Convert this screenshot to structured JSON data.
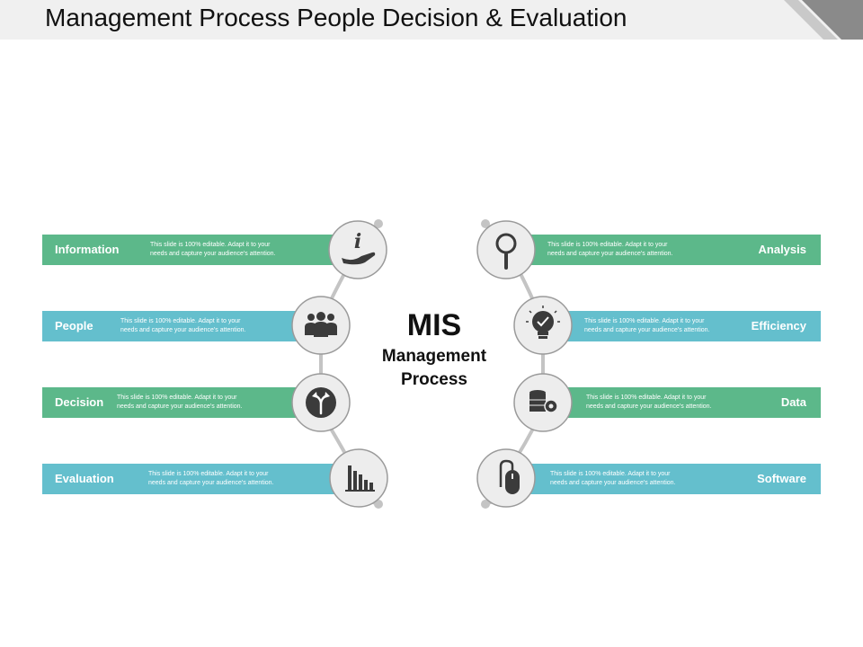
{
  "title": "Management Process People Decision & Evaluation",
  "colors": {
    "green": "#5cb88a",
    "blue": "#64bfcd",
    "icon_bg": "#ededed",
    "icon_dark": "#3b3b3b",
    "connector": "#c4c4c4"
  },
  "center": {
    "heading": "MIS",
    "line1": "Management",
    "line2": "Process"
  },
  "left_items": [
    {
      "label": "Information",
      "desc": "This slide is 100%  editable.  Adapt  it to your\nneeds  and  capture  your audience's  attention.",
      "icon": "info-hand-icon"
    },
    {
      "label": "People",
      "desc": "This slide is 100%  editable.  Adapt  it to your\nneeds  and  capture  your audience's  attention.",
      "icon": "people-group-icon"
    },
    {
      "label": "Decision",
      "desc": "This slide is 100%  editable.  Adapt  it to your\nneeds  and  capture  your audience's  attention.",
      "icon": "split-arrows-icon"
    },
    {
      "label": "Evaluation",
      "desc": "This slide is 100%  editable.  Adapt  it to your\nneeds  and  capture  your audience's  attention.",
      "icon": "bar-chart-icon"
    }
  ],
  "right_items": [
    {
      "label": "Analysis",
      "desc": "This slide is 100%  editable.  Adapt  it to your\nneeds  and  capture  your audience's  attention.",
      "icon": "magnifier-icon"
    },
    {
      "label": "Efficiency",
      "desc": "This slide is 100%  editable.  Adapt  it to your\nneeds  and  capture  your audience's  attention.",
      "icon": "lightbulb-check-icon"
    },
    {
      "label": "Data",
      "desc": "This slide is 100%  editable.  Adapt  it to your\nneeds  and  capture  your audience's  attention.",
      "icon": "database-gear-icon"
    },
    {
      "label": "Software",
      "desc": "This slide is 100%  editable.  Adapt  it to your\nneeds  and  capture  your audience's  attention.",
      "icon": "mouse-icon"
    }
  ]
}
